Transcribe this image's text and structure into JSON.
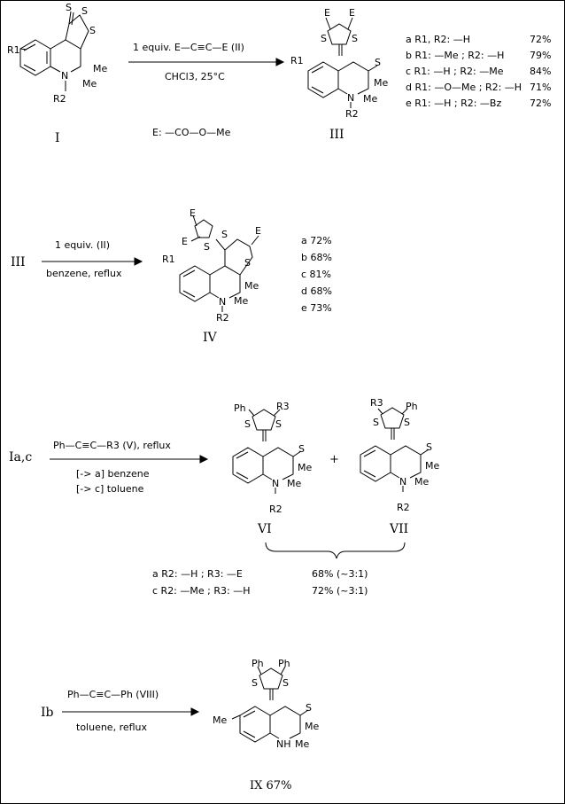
{
  "scheme1": {
    "start_label": "I",
    "reagent": "1 equiv. E—C≡C—E (II)",
    "conditions": "CHCl3, 25°C",
    "e_def": "E: —CO—O—Me",
    "product_label": "III",
    "variants": [
      {
        "desc": "a R1, R2: —H",
        "yield": "72%"
      },
      {
        "desc": "b R1: —Me ; R2: —H",
        "yield": "79%"
      },
      {
        "desc": "c R1: —H ; R2: —Me",
        "yield": "84%"
      },
      {
        "desc": "d R1: —O—Me ; R2: —H",
        "yield": "71%"
      },
      {
        "desc": "e R1: —H ; R2: —Bz",
        "yield": "72%"
      }
    ]
  },
  "scheme2": {
    "start_label": "III",
    "reagent": "1 equiv. (II)",
    "conditions": "benzene, reflux",
    "product_label": "IV",
    "yields": [
      "a 72%",
      "b 68%",
      "c 81%",
      "d 68%",
      "e 73%"
    ]
  },
  "scheme3": {
    "start_label": "Ia,c",
    "reagent": "Ph—C≡C—R3 (V), reflux",
    "cond_a": "[-> a] benzene",
    "cond_c": "[-> c] toluene",
    "plus": "+",
    "product1_label": "VI",
    "product2_label": "VII",
    "variants": [
      {
        "desc": "a R2: —H ; R3: —E",
        "yield": "68% (~3:1)"
      },
      {
        "desc": "c R2: —Me ; R3: —H",
        "yield": "72% (~3:1)"
      }
    ]
  },
  "scheme4": {
    "start_label": "Ib",
    "reagent": "Ph—C≡C—Ph (VIII)",
    "conditions": "toluene, reflux",
    "product_label": "IX 67%"
  },
  "atoms": {
    "S": "S",
    "N": "N",
    "NH": "NH",
    "E": "E",
    "Me": "Me",
    "Ph": "Ph",
    "R1": "R1",
    "R2": "R2",
    "R3": "R3"
  }
}
